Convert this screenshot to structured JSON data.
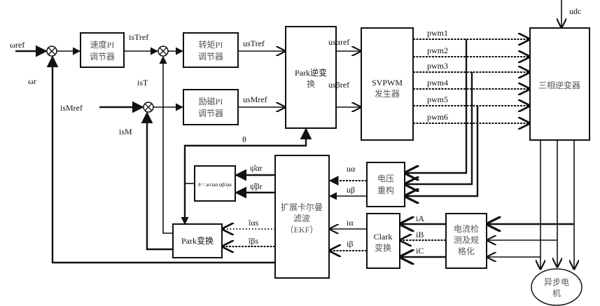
{
  "blocks": {
    "speed_pi": [
      "速度PI",
      "调节器"
    ],
    "torque_pi": [
      "转矩PI",
      "调节器"
    ],
    "flux_pi": [
      "励磁PI",
      "调节器"
    ],
    "park_inverse": [
      "Park逆变",
      "换"
    ],
    "svpwm": [
      "SVPWM",
      "发生器"
    ],
    "inverter": "三相逆变器",
    "arctan": "θ = arctan ψβ/ψα",
    "ekf": [
      "扩展卡尔曼",
      "滤波",
      "（EKF）"
    ],
    "voltage_rebuild": [
      "电压",
      "重构"
    ],
    "clark": [
      "Clark",
      "变换"
    ],
    "current_detect": [
      "电流检",
      "测及规",
      "格化"
    ],
    "park": "Park变换",
    "motor": [
      "异步电",
      "机"
    ]
  },
  "signals": {
    "omega_ref": "ωref",
    "omega_r": "ωr",
    "isTref": "isTref",
    "isT": "isT",
    "isMref": "isMref",
    "isM": "isM",
    "usTref": "usTref",
    "usMref": "usMref",
    "usalpharef": "usαref",
    "usbetaref": "usβref",
    "udc": "udc",
    "theta": "θ",
    "psi_alpha": "ψ̂αr",
    "psi_beta": "ψ̂βr",
    "i_alpha_hat": "îαs",
    "i_beta_hat": "îβs",
    "u_alpha": "uα",
    "u_beta": "uβ",
    "i_alpha": "iα",
    "i_beta": "iβ",
    "iA": "iA",
    "iB": "iB",
    "iC": "iC",
    "pwm": [
      "pwm1",
      "pwm2",
      "pwm3",
      "pwm4",
      "pwm5",
      "pwm6"
    ]
  }
}
